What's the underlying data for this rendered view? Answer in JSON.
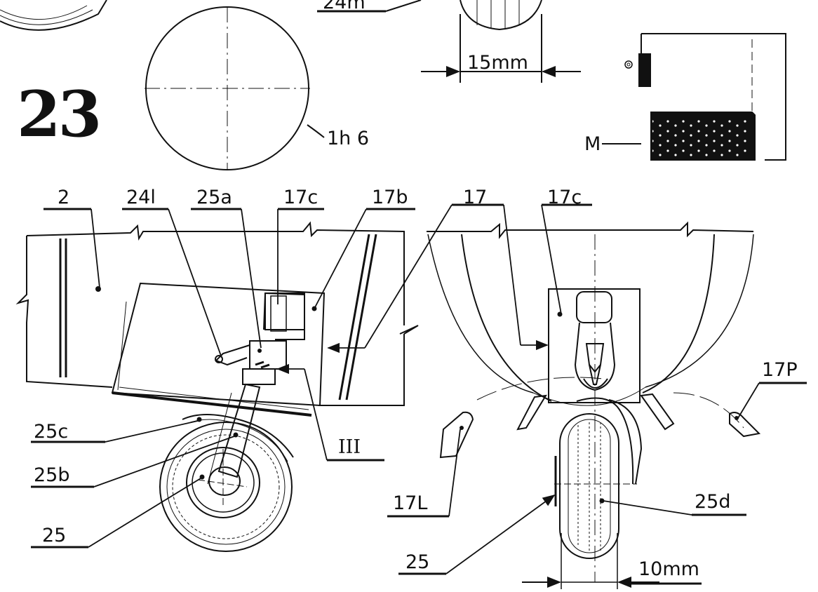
{
  "figure_number": "23",
  "top_labels": {
    "label_24m": "24m",
    "dim_15mm": "15mm",
    "detail_1h6": "1h 6",
    "detail_m": "M"
  },
  "callouts": {
    "c2": "2",
    "c24l": "24l",
    "c25a": "25a",
    "c17c_left": "17c",
    "c17b": "17b",
    "c17": "17",
    "c17c_right": "17c",
    "c17p": "17P",
    "c25c": "25c",
    "c25b": "25b",
    "c25_left": "25",
    "c3": "III",
    "c17l": "17L",
    "c25d": "25d",
    "c25_right": "25",
    "dim_10mm": "10mm"
  },
  "colors": {
    "ink": "#111111",
    "paper": "#ffffff"
  }
}
